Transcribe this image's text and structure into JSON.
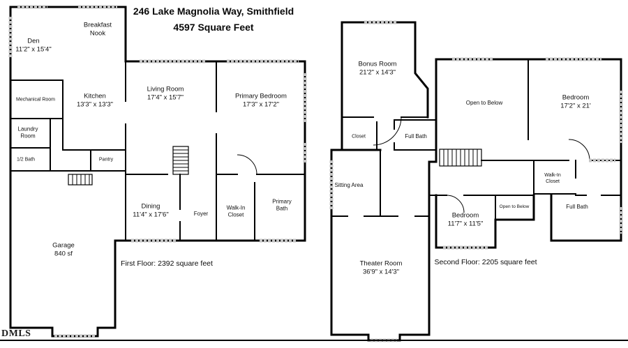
{
  "title": {
    "line1": "246 Lake Magnolia Way, Smithfield",
    "line2": "4597 Square Feet"
  },
  "watermark": "DMLS",
  "colors": {
    "wall": "#000000",
    "window": "#c4c4c4",
    "background": "#ffffff"
  },
  "first_floor": {
    "footer": "First Floor: 2392 square feet",
    "rooms": [
      {
        "name": "Den",
        "dims": "11'2\" x 15'4\""
      },
      {
        "name": "Breakfast Nook"
      },
      {
        "name": "Mechanical Room"
      },
      {
        "name": "Kitchen",
        "dims": "13'3\" x 13'3\""
      },
      {
        "name": "Living Room",
        "dims": "17'4\" x 15'7\""
      },
      {
        "name": "Primary Bedroom",
        "dims": "17'3\" x 17'2\""
      },
      {
        "name": "Laundry Room"
      },
      {
        "name": "1/2 Bath"
      },
      {
        "name": "Pantry"
      },
      {
        "name": "Dining",
        "dims": "11'4\" x 17'6\""
      },
      {
        "name": "Foyer"
      },
      {
        "name": "Walk-In Closet"
      },
      {
        "name": "Primary Bath"
      },
      {
        "name": "Garage",
        "dims": "840 sf"
      }
    ]
  },
  "second_floor": {
    "footer": "Second Floor: 2205 square feet",
    "rooms": [
      {
        "name": "Bonus Room",
        "dims": "21'2\" x 14'3\""
      },
      {
        "name": "Closet"
      },
      {
        "name": "Full Bath"
      },
      {
        "name": "Open to Below"
      },
      {
        "name": "Bedroom",
        "dims": "17'2\" x 21'"
      },
      {
        "name": "Sitting Area"
      },
      {
        "name": "Walk-In Closet"
      },
      {
        "name": "Bedroom",
        "dims": "11'7\" x 11'5\""
      },
      {
        "name": "Open to Below"
      },
      {
        "name": "Full Bath"
      },
      {
        "name": "Theater Room",
        "dims": "36'9\" x 14'3\""
      }
    ]
  }
}
